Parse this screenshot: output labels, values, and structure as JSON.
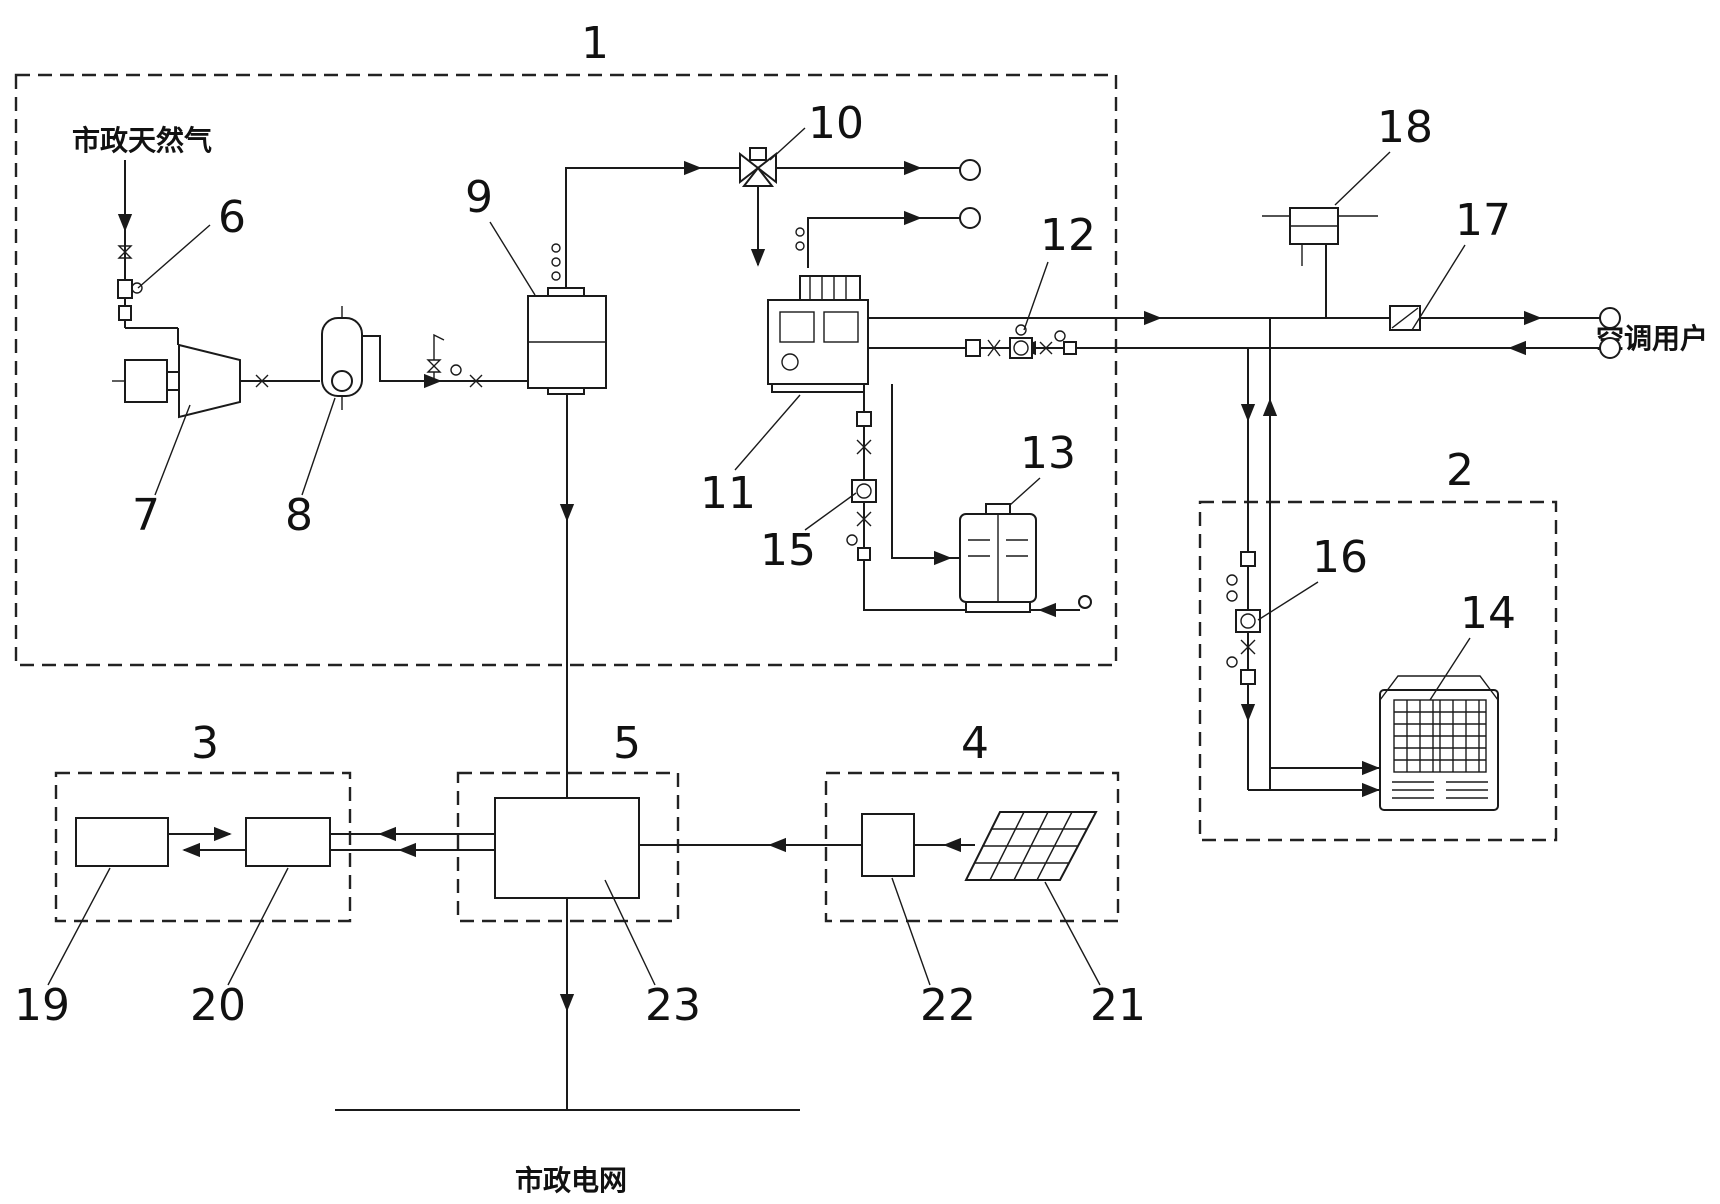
{
  "labels": {
    "natural_gas": "市政天然气",
    "ac_users": "空调用户",
    "power_grid": "市政电网"
  },
  "frames": [
    "1",
    "2",
    "3",
    "4",
    "5"
  ],
  "components": [
    "6",
    "7",
    "8",
    "9",
    "10",
    "11",
    "12",
    "13",
    "14",
    "15",
    "16",
    "17",
    "18",
    "19",
    "20",
    "21",
    "22",
    "23"
  ],
  "colors": {
    "line": "#1a1a1a",
    "background": "#ffffff"
  },
  "icons": [
    "solar-panel-icon",
    "cooling-tower-icon",
    "vrf-outdoor-unit-icon",
    "absorption-chiller-icon",
    "pump-icon",
    "valve-icon",
    "expansion-tank-icon"
  ]
}
